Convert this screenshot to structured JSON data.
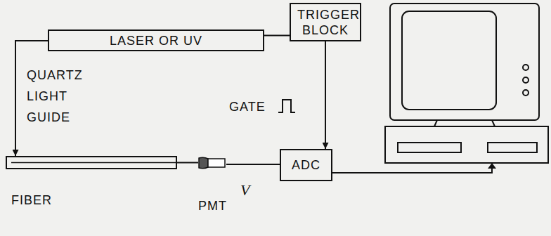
{
  "diagram": {
    "nodes": [
      {
        "text": [
          "LASER OR UV"
        ]
      },
      {
        "text": [
          "TRIGGER BLOCK"
        ]
      },
      {
        "text": [
          "FIBER"
        ]
      },
      {
        "text": [
          "PMT"
        ]
      },
      {
        "text": [
          "ADC"
        ]
      }
    ],
    "edges": [
      {
        "from": 0,
        "to": 1,
        "arrow": "none"
      },
      {
        "from": 0,
        "to": 2,
        "label": "QUARTZ LIGHT GUIDE",
        "arrow": "to"
      },
      {
        "from": 2,
        "to": 3,
        "arrow": "none"
      },
      {
        "from": 3,
        "to": 4,
        "label": "V",
        "arrow": "none"
      },
      {
        "from": 1,
        "to": 4,
        "arrow": "to"
      }
    ],
    "labels": [
      "GATE"
    ]
  }
}
